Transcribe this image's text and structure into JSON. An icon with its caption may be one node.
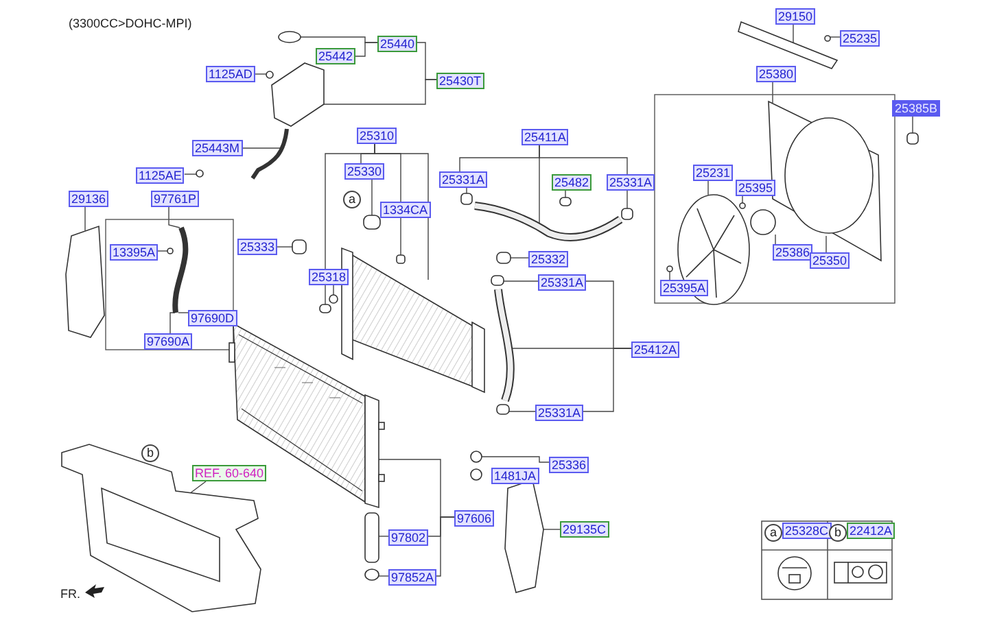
{
  "diagram": {
    "title": "(3300CC>DOHC-MPI)",
    "nodes": [
      {
        "text": [
          "25442"
        ]
      },
      {
        "text": [
          "25440"
        ]
      },
      {
        "text": [
          "25430T"
        ]
      },
      {
        "text": [
          "1125AD"
        ]
      },
      {
        "text": [
          "25443M"
        ]
      },
      {
        "text": [
          "25310"
        ]
      },
      {
        "text": [
          "25330"
        ]
      },
      {
        "text": [
          "1334CA"
        ]
      },
      {
        "text": [
          "25333"
        ]
      },
      {
        "text": [
          "25318"
        ]
      },
      {
        "text": [
          "1125AE"
        ]
      },
      {
        "text": [
          "29136"
        ]
      },
      {
        "text": [
          "97761P"
        ]
      },
      {
        "text": [
          "13395A"
        ]
      },
      {
        "text": [
          "97690D"
        ]
      },
      {
        "text": [
          "97690A"
        ]
      },
      {
        "text": [
          "25411A"
        ]
      },
      {
        "text": [
          "25331A"
        ]
      },
      {
        "text": [
          "25482"
        ]
      },
      {
        "text": [
          "25331A"
        ]
      },
      {
        "text": [
          "25332"
        ]
      },
      {
        "text": [
          "25331A"
        ]
      },
      {
        "text": [
          "25412A"
        ]
      },
      {
        "text": [
          "25331A"
        ]
      },
      {
        "text": [
          "25336"
        ]
      },
      {
        "text": [
          "1481JA"
        ]
      },
      {
        "text": [
          "29135C"
        ]
      },
      {
        "text": [
          "97606"
        ]
      },
      {
        "text": [
          "97802"
        ]
      },
      {
        "text": [
          "97852A"
        ]
      },
      {
        "text": [
          "REF. 60-640"
        ]
      },
      {
        "text": [
          "29150"
        ]
      },
      {
        "text": [
          "25235"
        ]
      },
      {
        "text": [
          "25380"
        ]
      },
      {
        "text": [
          "25385B"
        ]
      },
      {
        "text": [
          "25231"
        ]
      },
      {
        "text": [
          "25395"
        ]
      },
      {
        "text": [
          "25386"
        ]
      },
      {
        "text": [
          "25350"
        ]
      },
      {
        "text": [
          "25395A"
        ]
      },
      {
        "text": [],
        "shape": "circle"
      },
      {
        "text": [],
        "shape": "picture"
      },
      {
        "text": [],
        "shape": "circle"
      },
      {
        "text": [],
        "shape": "picture"
      },
      {
        "text": [],
        "shape": "picture"
      },
      {
        "text": [],
        "shape": "box"
      },
      {
        "text": [],
        "shape": "box"
      },
      {
        "text": [],
        "shape": "box"
      },
      {
        "text": [],
        "shape": "box"
      },
      {
        "text": [],
        "shape": "circle"
      },
      {
        "text": [],
        "shape": "circle"
      },
      {
        "text": [],
        "shape": "picture"
      },
      {
        "text": [],
        "shape": "picture"
      },
      {
        "text": [],
        "shape": "circle"
      },
      {
        "text": [],
        "shape": "picture"
      },
      {
        "text": [],
        "shape": "box"
      },
      {
        "text": [],
        "shape": "box"
      },
      {
        "text": [],
        "shape": "box"
      },
      {
        "text": [],
        "shape": "box"
      },
      {
        "text": [],
        "shape": "box"
      },
      {
        "text": [],
        "shape": "picture"
      },
      {
        "text": [],
        "shape": "box"
      },
      {
        "text": [],
        "shape": "circle"
      },
      {
        "text": [],
        "shape": "picture"
      },
      {
        "text": [],
        "shape": "picture"
      },
      {
        "text": [],
        "shape": "box"
      },
      {
        "text": [],
        "shape": "circle"
      },
      {
        "text": [],
        "shape": "picture"
      },
      {
        "text": [],
        "shape": "picture"
      },
      {
        "text": [],
        "shape": "circle"
      },
      {
        "text": [],
        "shape": "picture"
      },
      {
        "text": [],
        "shape": "box"
      },
      {
        "text": [],
        "shape": "picture"
      },
      {
        "text": [],
        "shape": "circle"
      },
      {
        "text": [],
        "shape": "circle"
      },
      {
        "text": [],
        "shape": "circle"
      },
      {
        "text": [
          "25328C"
        ]
      },
      {
        "text": [
          "22412A"
        ]
      }
    ],
    "edges": [
      {
        "from": 1,
        "to": 0,
        "arrow": "none"
      },
      {
        "from": 1,
        "to": 40,
        "arrow": "none"
      },
      {
        "from": 2,
        "to": 1,
        "arrow": "none"
      },
      {
        "from": 2,
        "to": 41,
        "arrow": "none"
      },
      {
        "from": 3,
        "to": 42,
        "arrow": "none"
      },
      {
        "from": 4,
        "to": 43,
        "arrow": "none"
      },
      {
        "from": 5,
        "to": 6,
        "arrow": "none"
      },
      {
        "from": 5,
        "to": 7,
        "arrow": "none"
      },
      {
        "from": 5,
        "to": 45,
        "arrow": "none"
      },
      {
        "from": 5,
        "to": 44,
        "arrow": "none"
      },
      {
        "from": 6,
        "to": 46,
        "arrow": "none"
      },
      {
        "from": 7,
        "to": 47,
        "arrow": "none"
      },
      {
        "from": 8,
        "to": 48,
        "arrow": "none"
      },
      {
        "from": 9,
        "to": 49,
        "arrow": "none"
      },
      {
        "from": 10,
        "to": 50,
        "arrow": "none"
      },
      {
        "from": 11,
        "to": 51,
        "arrow": "none"
      },
      {
        "from": 12,
        "to": 52,
        "arrow": "none"
      },
      {
        "from": 13,
        "to": 53,
        "arrow": "none"
      },
      {
        "from": 14,
        "to": 52,
        "arrow": "none"
      },
      {
        "from": 15,
        "to": 52,
        "arrow": "none"
      },
      {
        "from": 16,
        "to": 17,
        "arrow": "none"
      },
      {
        "from": 16,
        "to": 19,
        "arrow": "none"
      },
      {
        "from": 16,
        "to": 54,
        "arrow": "none"
      },
      {
        "from": 17,
        "to": 55,
        "arrow": "none"
      },
      {
        "from": 18,
        "to": 56,
        "arrow": "none"
      },
      {
        "from": 19,
        "to": 57,
        "arrow": "none"
      },
      {
        "from": 20,
        "to": 58,
        "arrow": "none"
      },
      {
        "from": 21,
        "to": 59,
        "arrow": "none"
      },
      {
        "from": 22,
        "to": 21,
        "arrow": "none"
      },
      {
        "from": 22,
        "to": 23,
        "arrow": "none"
      },
      {
        "from": 22,
        "to": 60,
        "arrow": "none"
      },
      {
        "from": 23,
        "to": 61,
        "arrow": "none"
      },
      {
        "from": 24,
        "to": 62,
        "arrow": "none"
      },
      {
        "from": 26,
        "to": 63,
        "arrow": "none"
      },
      {
        "from": 27,
        "to": 28,
        "arrow": "none"
      },
      {
        "from": 27,
        "to": 29,
        "arrow": "none"
      },
      {
        "from": 27,
        "to": 64,
        "arrow": "none"
      },
      {
        "from": 28,
        "to": 65,
        "arrow": "none"
      },
      {
        "from": 29,
        "to": 66,
        "arrow": "none"
      },
      {
        "from": 30,
        "to": 67,
        "arrow": "to"
      },
      {
        "from": 31,
        "to": 68,
        "arrow": "none"
      },
      {
        "from": 32,
        "to": 69,
        "arrow": "none"
      },
      {
        "from": 33,
        "to": 70,
        "arrow": "none"
      },
      {
        "from": 34,
        "to": 71,
        "arrow": "none"
      },
      {
        "from": 35,
        "to": 72,
        "arrow": "none"
      },
      {
        "from": 36,
        "to": 73,
        "arrow": "none"
      },
      {
        "from": 37,
        "to": 74,
        "arrow": "none"
      },
      {
        "from": 38,
        "to": 70,
        "arrow": "none"
      },
      {
        "from": 39,
        "to": 75,
        "arrow": "none"
      }
    ],
    "labels": [
      "a",
      "b",
      "a",
      "b",
      "FR."
    ]
  }
}
